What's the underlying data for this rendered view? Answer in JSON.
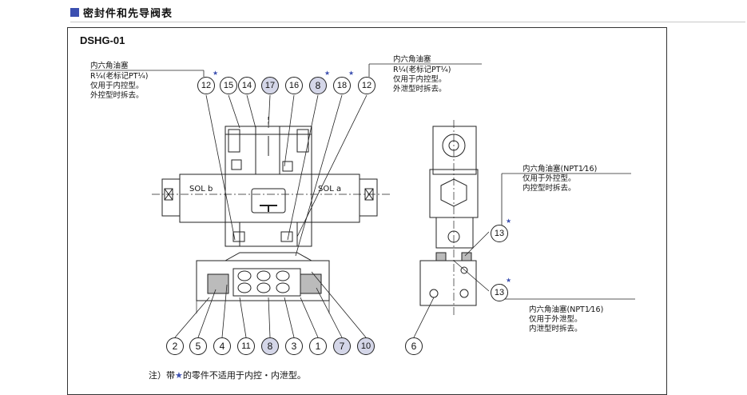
{
  "header": {
    "title": "密封件和先导阀表",
    "accent_color": "#3b4fb0"
  },
  "model": "DSHG-01",
  "callouts": {
    "left_top": [
      "内六角油塞",
      "R¼(老标记PT¼)",
      "仅用于内控型。",
      "外控型时拆去。"
    ],
    "right_top": [
      "内六角油塞",
      "R¼(老标记PT¼)",
      "仅用于内控型。",
      "外泄型时拆去。"
    ],
    "side_upper": [
      "内六角油塞(NPT1⁄16)",
      "仅用于外控型。",
      "内控型时拆去。"
    ],
    "side_lower": [
      "内六角油塞(NPT1⁄16)",
      "仅用于外泄型。",
      "内泄型时拆去。"
    ]
  },
  "solenoids": {
    "left": "SOL b",
    "right": "SOL a"
  },
  "top_balloons": [
    {
      "num": "12",
      "star": true,
      "shaded": false
    },
    {
      "num": "15",
      "star": false,
      "shaded": false
    },
    {
      "num": "14",
      "star": false,
      "shaded": false
    },
    {
      "num": "17",
      "star": false,
      "shaded": true
    },
    {
      "num": "16",
      "star": false,
      "shaded": false
    },
    {
      "num": "8",
      "star": true,
      "shaded": true
    },
    {
      "num": "18",
      "star": true,
      "shaded": false
    },
    {
      "num": "12",
      "star": false,
      "shaded": false
    }
  ],
  "bottom_balloons": [
    {
      "num": "2",
      "shaded": false
    },
    {
      "num": "5",
      "shaded": false
    },
    {
      "num": "4",
      "shaded": false
    },
    {
      "num": "11",
      "shaded": false
    },
    {
      "num": "8",
      "shaded": true
    },
    {
      "num": "3",
      "shaded": false
    },
    {
      "num": "1",
      "shaded": false
    },
    {
      "num": "7",
      "shaded": true
    },
    {
      "num": "10",
      "shaded": true
    },
    {
      "num": "6",
      "shaded": false
    }
  ],
  "side_balloons": [
    {
      "num": "13",
      "star": true
    },
    {
      "num": "13",
      "star": true
    }
  ],
  "footnote": {
    "prefix": "注）带",
    "star": "★",
    "suffix": "的零件不适用于内控・内泄型。"
  }
}
